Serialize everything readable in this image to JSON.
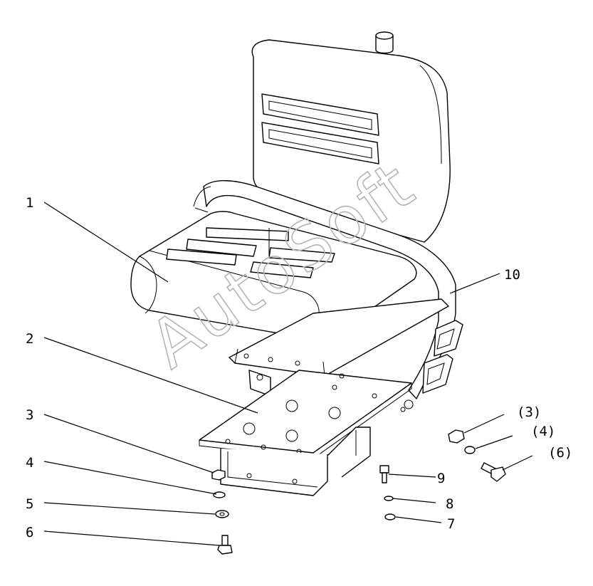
{
  "watermark": "AutoSoft",
  "callouts": [
    {
      "id": "1",
      "text": "1"
    },
    {
      "id": "2",
      "text": "2"
    },
    {
      "id": "3",
      "text": "3"
    },
    {
      "id": "4",
      "text": "4"
    },
    {
      "id": "5",
      "text": "5"
    },
    {
      "id": "6",
      "text": "6"
    },
    {
      "id": "7",
      "text": "7"
    },
    {
      "id": "8",
      "text": "8"
    },
    {
      "id": "9",
      "text": "9"
    },
    {
      "id": "10",
      "text": "10"
    },
    {
      "id": "p3",
      "text": "(3)"
    },
    {
      "id": "p4",
      "text": "(4)"
    },
    {
      "id": "p6",
      "text": "(6)"
    }
  ]
}
